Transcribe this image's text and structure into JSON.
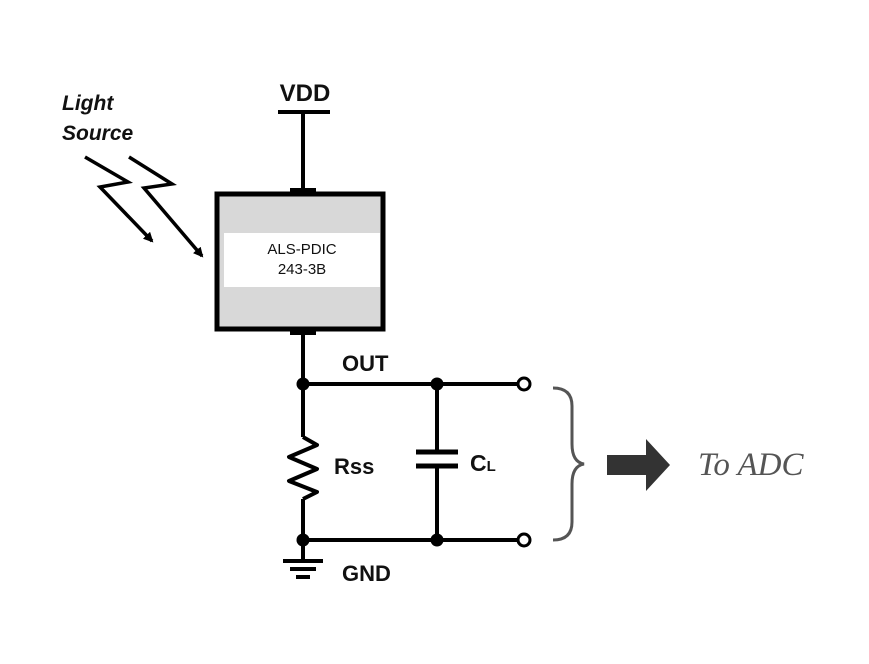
{
  "diagram": {
    "light_source": {
      "line1": "Light",
      "line2": "Source"
    },
    "supply_label": "VDD",
    "chip": {
      "line1": "ALS-PDIC",
      "line2": "243-3B"
    },
    "output_label": "OUT",
    "resistor_label": "Rss",
    "capacitor_label": {
      "main": "C",
      "sub": "L"
    },
    "ground_label": "GND",
    "destination_label": "To ADC",
    "colors": {
      "wire": "#000000",
      "chip_fill": "#d8d8d8",
      "chip_label_band": "#ffffff",
      "arrow": "#333333",
      "brace": "#555555"
    }
  }
}
